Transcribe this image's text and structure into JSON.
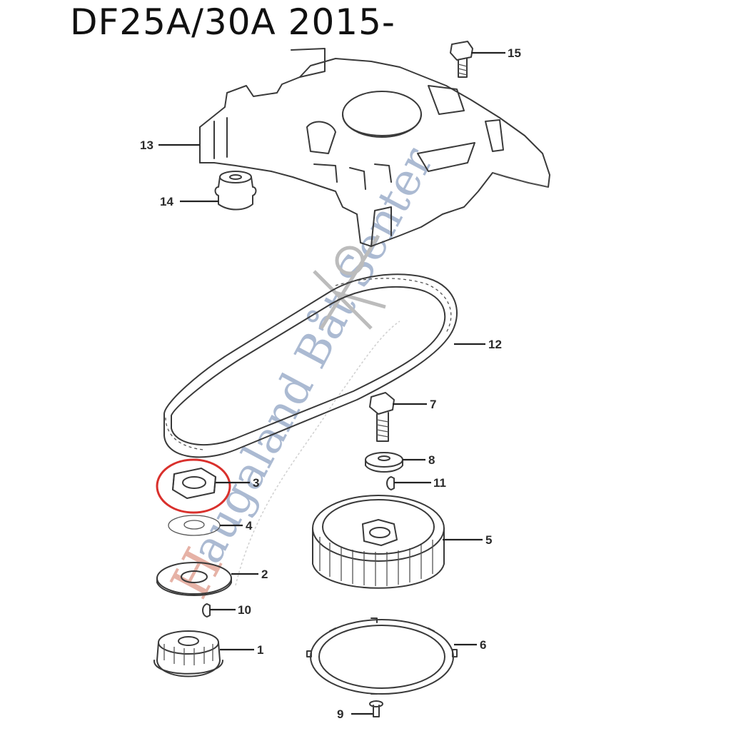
{
  "header": {
    "title": "DF25A/30A 2015-"
  },
  "callouts": [
    {
      "id": "15",
      "label": "15"
    },
    {
      "id": "13",
      "label": "13"
    },
    {
      "id": "14",
      "label": "14"
    },
    {
      "id": "12",
      "label": "12"
    },
    {
      "id": "7",
      "label": "7"
    },
    {
      "id": "8",
      "label": "8"
    },
    {
      "id": "11",
      "label": "11"
    },
    {
      "id": "3",
      "label": "3"
    },
    {
      "id": "4",
      "label": "4"
    },
    {
      "id": "5",
      "label": "5"
    },
    {
      "id": "2",
      "label": "2"
    },
    {
      "id": "10",
      "label": "10"
    },
    {
      "id": "1",
      "label": "1"
    },
    {
      "id": "6",
      "label": "6"
    },
    {
      "id": "9",
      "label": "9"
    }
  ],
  "highlight": {
    "part": "3",
    "color": "#d9302c"
  },
  "watermark": {
    "initial": "H",
    "text": "augaland Båt Senter",
    "color": "#8fa3c4",
    "initial_color": "#e0a090"
  }
}
